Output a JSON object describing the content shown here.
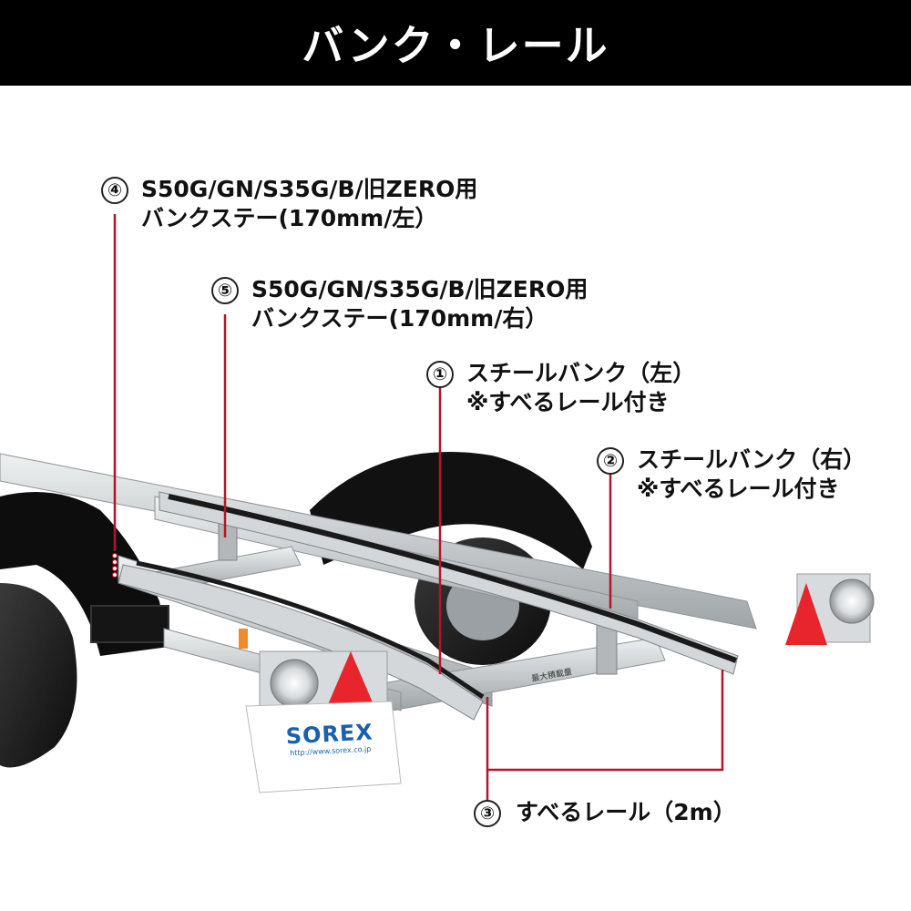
{
  "header": {
    "title": "バンク・レール"
  },
  "callouts": [
    {
      "number": "①",
      "line1": "スチールバンク（左）",
      "line2": "※すべるレール付き"
    },
    {
      "number": "②",
      "line1": "スチールバンク（右）",
      "line2": "※すべるレール付き"
    },
    {
      "number": "③",
      "line1": "すべるレール（2m）"
    },
    {
      "number": "④",
      "line1": "S50G/GN/S35G/B/旧ZERO用",
      "line2": "バンクステー(170mm/左）"
    },
    {
      "number": "⑤",
      "line1": "S50G/GN/S35G/B/旧ZERO用",
      "line2": "バンクステー(170mm/右）"
    }
  ],
  "sign": {
    "brand": "SOREX",
    "url": "http://www.sorex.co.jp",
    "plate": "最大積載量"
  },
  "colors": {
    "leader": "#b5142a",
    "header_bg": "#000000",
    "steel": "#c9ccce",
    "reflector": "#e8242c"
  }
}
